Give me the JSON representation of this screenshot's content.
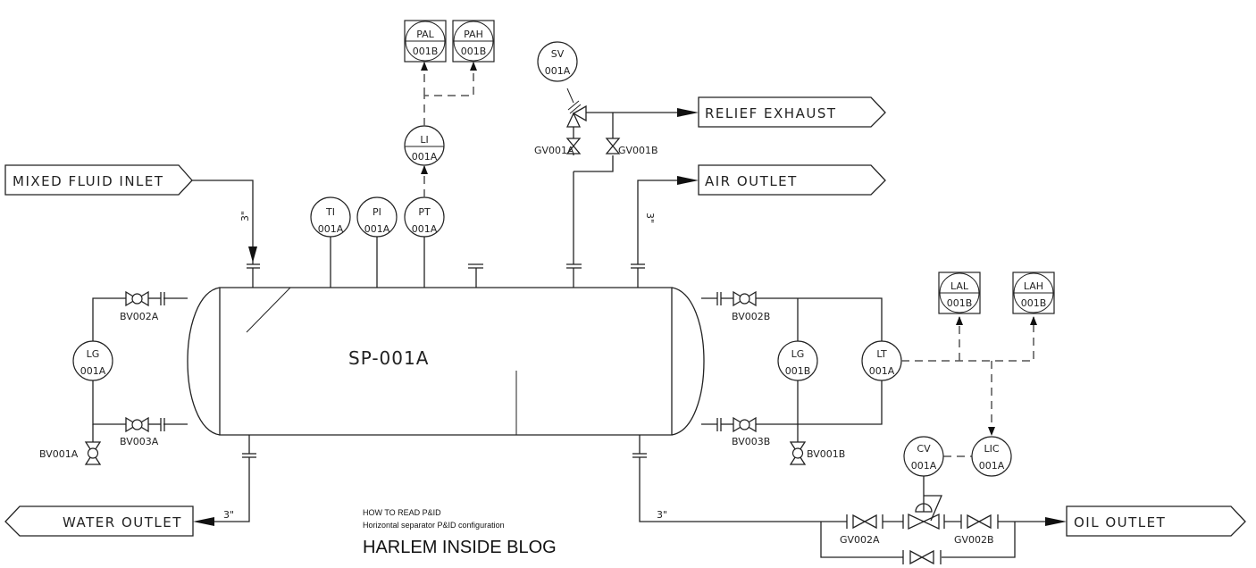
{
  "vessel": {
    "tag": "SP-001A"
  },
  "streams": {
    "mixed_fluid_inlet": "MIXED FLUID INLET",
    "relief_exhaust": "RELIEF EXHAUST",
    "air_outlet": "AIR OUTLET",
    "water_outlet": "WATER OUTLET",
    "oil_outlet": "OIL OUTLET"
  },
  "line_sizes": {
    "inlet": "3\"",
    "air_outlet": "3\"",
    "water_outlet": "3\"",
    "oil_outlet": "3\""
  },
  "instruments": {
    "ti": {
      "fn": "TI",
      "num": "001A"
    },
    "pi": {
      "fn": "PI",
      "num": "001A"
    },
    "pt": {
      "fn": "PT",
      "num": "001A"
    },
    "li": {
      "fn": "LI",
      "num": "001A"
    },
    "pal": {
      "fn": "PAL",
      "num": "001B"
    },
    "pah": {
      "fn": "PAH",
      "num": "001B"
    },
    "sv": {
      "fn": "SV",
      "num": "001A"
    },
    "lg_a": {
      "fn": "LG",
      "num": "001A"
    },
    "lg_b": {
      "fn": "LG",
      "num": "001B"
    },
    "lt": {
      "fn": "LT",
      "num": "001A"
    },
    "lal": {
      "fn": "LAL",
      "num": "001B"
    },
    "lah": {
      "fn": "LAH",
      "num": "001B"
    },
    "cv": {
      "fn": "CV",
      "num": "001A"
    },
    "lic": {
      "fn": "LIC",
      "num": "001A"
    }
  },
  "valves": {
    "gv001a": "GV001A",
    "gv001b": "GV001B",
    "bv002a": "BV002A",
    "bv003a": "BV003A",
    "bv001a": "BV001A",
    "bv002b": "BV002B",
    "bv003b": "BV003B",
    "bv001b": "BV001B",
    "gv002a": "GV002A",
    "gv002b": "GV002B"
  },
  "title_block": {
    "line1": "HOW TO READ P&ID",
    "line2": "Horizontal separator P&ID configuration",
    "blog": "HARLEM INSIDE BLOG"
  }
}
